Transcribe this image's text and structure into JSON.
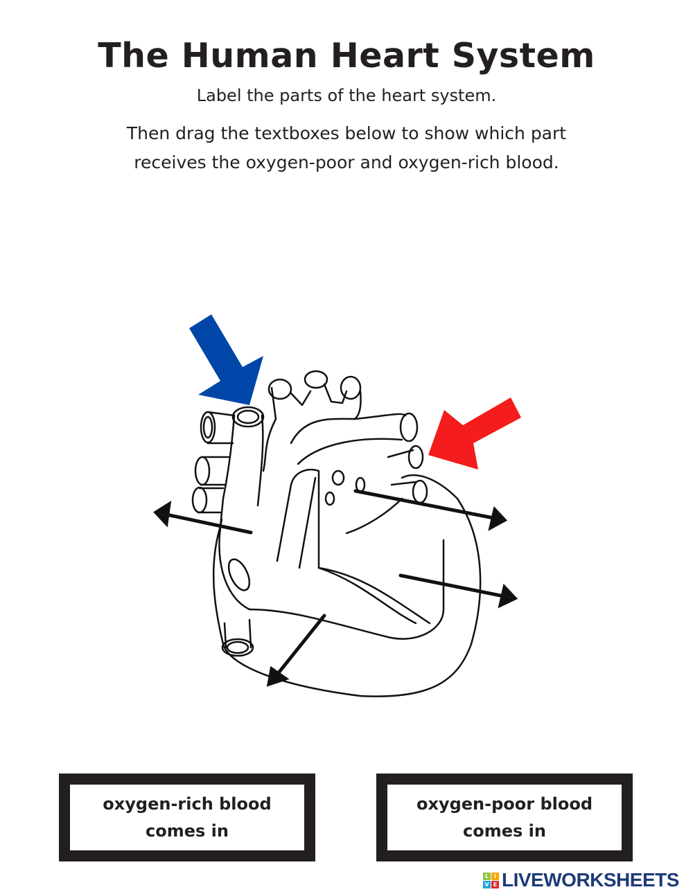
{
  "header": {
    "title": "The Human Heart System",
    "instruction_1": "Label the parts of the heart system.",
    "instruction_2_line1": "Then drag the textboxes below to show which part",
    "instruction_2_line2": "receives the oxygen-poor and oxygen-rich blood."
  },
  "diagram": {
    "subject": "heart-cross-section",
    "arrows": [
      {
        "name": "blue-arrow-oxygen-poor-entry",
        "color": "#0046a8"
      },
      {
        "name": "red-arrow-oxygen-rich-entry",
        "color": "#f41c1c"
      },
      {
        "name": "label-arrow-right-atrium",
        "color": "#111111"
      },
      {
        "name": "label-arrow-left-atrium",
        "color": "#111111"
      },
      {
        "name": "label-arrow-left-ventricle",
        "color": "#111111"
      },
      {
        "name": "label-arrow-right-ventricle",
        "color": "#111111"
      }
    ]
  },
  "textboxes": [
    {
      "line1": "oxygen-rich blood",
      "line2": "comes in"
    },
    {
      "line1": "oxygen-poor blood",
      "line2": "comes in"
    }
  ],
  "footer": {
    "logo_text": "LIVEWORKSHEETS",
    "logo_mark": [
      "L",
      "I",
      "V",
      "E"
    ],
    "logo_colors": [
      "#8dc63f",
      "#f7a600",
      "#1fa3dc",
      "#e5262a"
    ]
  }
}
